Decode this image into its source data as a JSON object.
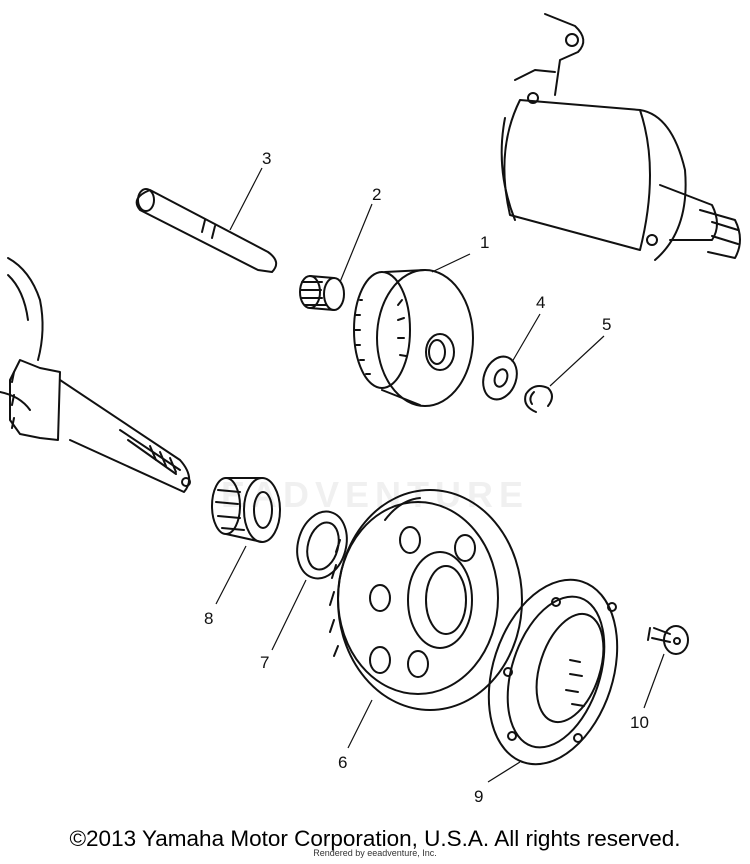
{
  "diagram": {
    "parts": [
      {
        "id": "1",
        "label": "1"
      },
      {
        "id": "2",
        "label": "2"
      },
      {
        "id": "3",
        "label": "3"
      },
      {
        "id": "4",
        "label": "4"
      },
      {
        "id": "5",
        "label": "5"
      },
      {
        "id": "6",
        "label": "6"
      },
      {
        "id": "7",
        "label": "7"
      },
      {
        "id": "8",
        "label": "8"
      },
      {
        "id": "9",
        "label": "9"
      },
      {
        "id": "10",
        "label": "10"
      }
    ]
  },
  "watermark": "EADVENTURE",
  "footer": {
    "copyright": "©2013 Yamaha Motor Corporation, U.S.A. All rights reserved.",
    "rendered": "Rendered by eeadventure, Inc."
  }
}
